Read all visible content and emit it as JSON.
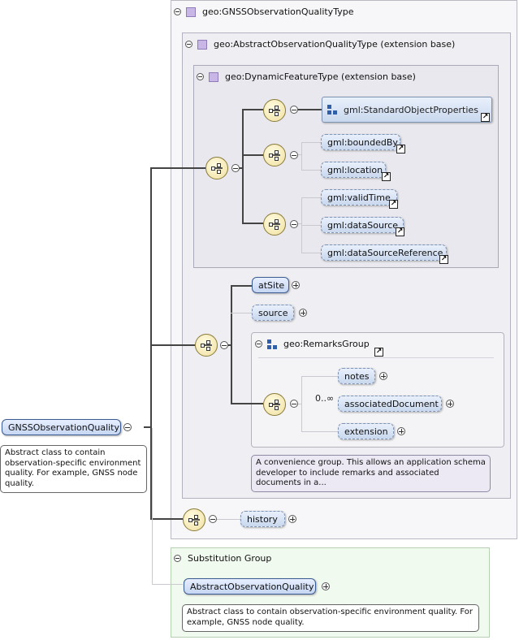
{
  "outer_type": {
    "label": "geo:GNSSObservationQualityType"
  },
  "abstract_type": {
    "label": "geo:AbstractObservationQualityType (extension base)"
  },
  "dynamic_type": {
    "label": "geo:DynamicFeatureType (extension base)"
  },
  "dynamic_elements": {
    "standard_object_properties": "gml:StandardObjectProperties",
    "bounded_by": "gml:boundedBy",
    "location": "gml:location",
    "valid_time": "gml:validTime",
    "data_source": "gml:dataSource",
    "data_source_reference": "gml:dataSourceReference"
  },
  "abstract_elements": {
    "at_site": "atSite",
    "source": "source"
  },
  "remarks_group": {
    "label": "geo:RemarksGroup",
    "multiplicity": "0..∞",
    "notes": "notes",
    "associated_document": "associatedDocument",
    "extension": "extension",
    "doc": "A convenience group. This allows an application schema developer to include remarks and associated documents in a..."
  },
  "history": "history",
  "root": {
    "name": "GNSSObservationQuality",
    "doc": "Abstract class to contain observation-specific environment quality. For example, GNSS node quality."
  },
  "substitution_group": {
    "label": "Substitution Group",
    "element": "AbstractObservationQuality",
    "doc": "Abstract class to contain observation-specific environment quality. For example, GNSS node quality."
  },
  "link_glyph": "↗"
}
